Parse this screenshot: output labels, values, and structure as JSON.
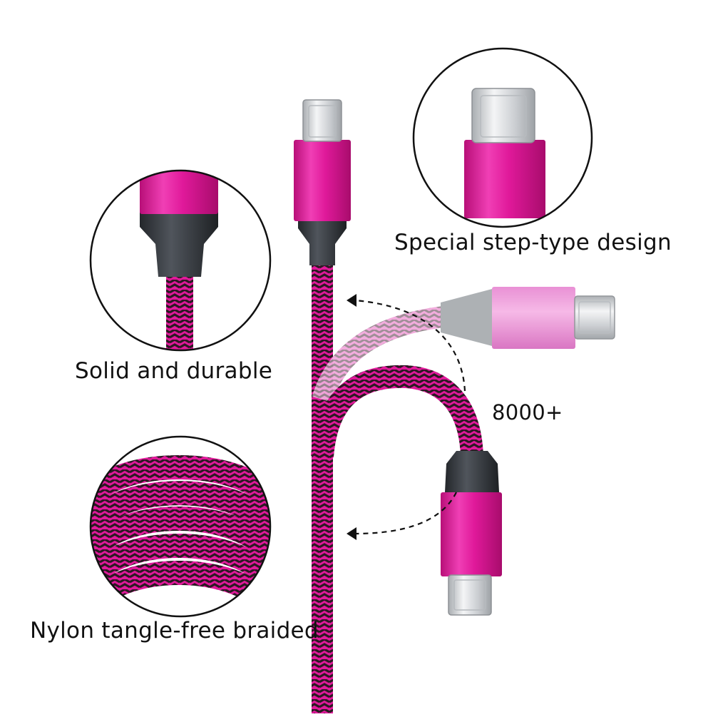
{
  "captions": {
    "step_design": "Special step-type design",
    "solid": "Solid and durable",
    "bend_count": "8000+",
    "braided": "Nylon tangle-free braided"
  },
  "colors": {
    "magenta": "#e0199a",
    "magenta_light": "#f08ad6",
    "braid_dark": "#2a1a22",
    "strain_relief": "#3a3e44",
    "metal": "#d8dadc"
  },
  "icons": [
    "usb-c-plug-icon",
    "curved-arrow-icon"
  ]
}
